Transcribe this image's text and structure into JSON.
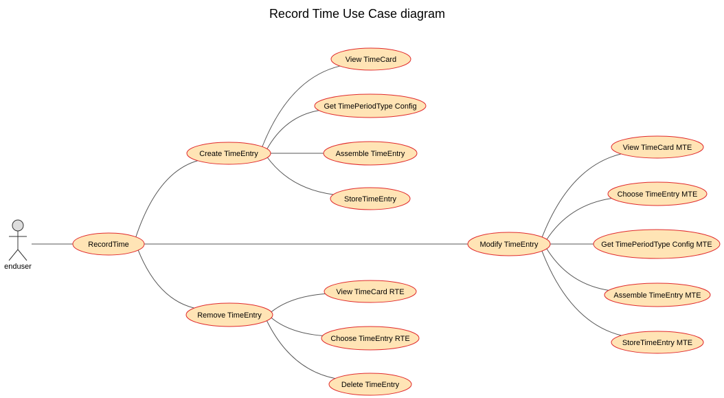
{
  "title": "Record Time Use Case diagram",
  "colors": {
    "usecase_fill": "#FFE4B5",
    "usecase_stroke": "#E0282A",
    "line": "#555555",
    "actor_fill": "#DDDDDD",
    "actor_stroke": "#333333"
  },
  "actor": {
    "id": "enduser",
    "label": "enduser",
    "icon": "stick-figure"
  },
  "usecases": [
    {
      "id": "record-time",
      "label": "RecordTime"
    },
    {
      "id": "create-timeentry",
      "label": "Create TimeEntry"
    },
    {
      "id": "view-timecard",
      "label": "View TimeCard"
    },
    {
      "id": "get-timeperiodtype-config",
      "label": "Get TimePeriodType Config"
    },
    {
      "id": "assemble-timeentry",
      "label": "Assemble TimeEntry"
    },
    {
      "id": "storetimeentry",
      "label": "StoreTimeEntry"
    },
    {
      "id": "remove-timeentry",
      "label": "Remove TimeEntry"
    },
    {
      "id": "view-timecard-rte",
      "label": "View TimeCard RTE"
    },
    {
      "id": "choose-timeentry-rte",
      "label": "Choose TimeEntry RTE"
    },
    {
      "id": "delete-timeentry",
      "label": "Delete TimeEntry"
    },
    {
      "id": "modify-timeentry",
      "label": "Modify TimeEntry"
    },
    {
      "id": "view-timecard-mte",
      "label": "View TimeCard MTE"
    },
    {
      "id": "choose-timeentry-mte",
      "label": "Choose TimeEntry MTE"
    },
    {
      "id": "get-timeperiodtype-config-mte",
      "label": "Get TimePeriodType Config MTE"
    },
    {
      "id": "assemble-timeentry-mte",
      "label": "Assemble TimeEntry MTE"
    },
    {
      "id": "storetimeentry-mte",
      "label": "StoreTimeEntry MTE"
    }
  ],
  "associations": [
    {
      "from": "enduser",
      "to": "record-time"
    },
    {
      "from": "record-time",
      "to": "create-timeentry"
    },
    {
      "from": "record-time",
      "to": "remove-timeentry"
    },
    {
      "from": "record-time",
      "to": "modify-timeentry"
    },
    {
      "from": "create-timeentry",
      "to": "view-timecard"
    },
    {
      "from": "create-timeentry",
      "to": "get-timeperiodtype-config"
    },
    {
      "from": "create-timeentry",
      "to": "assemble-timeentry"
    },
    {
      "from": "create-timeentry",
      "to": "storetimeentry"
    },
    {
      "from": "remove-timeentry",
      "to": "view-timecard-rte"
    },
    {
      "from": "remove-timeentry",
      "to": "choose-timeentry-rte"
    },
    {
      "from": "remove-timeentry",
      "to": "delete-timeentry"
    },
    {
      "from": "modify-timeentry",
      "to": "view-timecard-mte"
    },
    {
      "from": "modify-timeentry",
      "to": "choose-timeentry-mte"
    },
    {
      "from": "modify-timeentry",
      "to": "get-timeperiodtype-config-mte"
    },
    {
      "from": "modify-timeentry",
      "to": "assemble-timeentry-mte"
    },
    {
      "from": "modify-timeentry",
      "to": "storetimeentry-mte"
    }
  ]
}
